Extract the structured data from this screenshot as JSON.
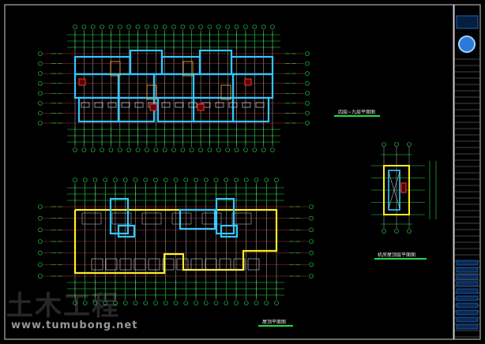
{
  "drawing": {
    "labels": {
      "plan_top": "四层~九层平面图",
      "plan_bottom": "屋顶平面图",
      "plan_small": "机房屋顶层平面图"
    },
    "watermark": {
      "cn_text": "土木工程",
      "url": "www.tumubong.net"
    }
  },
  "colors": {
    "background": "#000000",
    "wall": "#33c6ff",
    "dimension": "#22dd44",
    "axis": "#e8e8e8",
    "outline": "#ffee22",
    "accent": "#ff3333",
    "label_underline": "#22dd44"
  }
}
